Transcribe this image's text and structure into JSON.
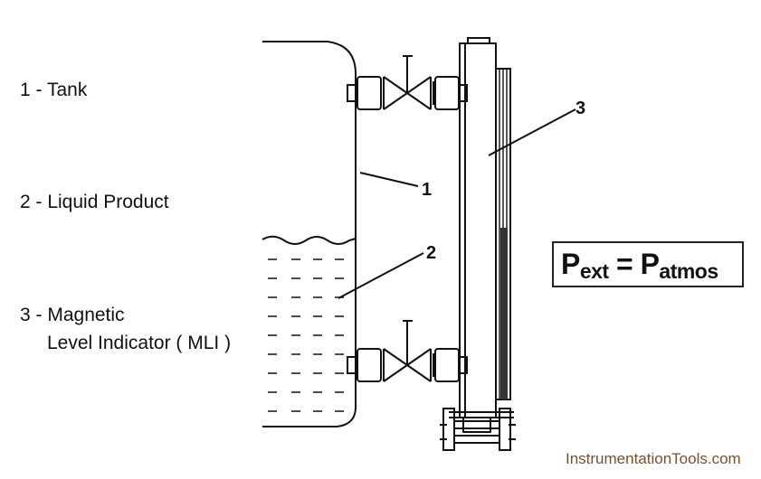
{
  "legend": {
    "item1": "1 - Tank",
    "item2": "2 - Liquid Product",
    "item3_line1": "3 - Magnetic",
    "item3_line2": "Level Indicator ( MLI )"
  },
  "callouts": {
    "tank": "1",
    "liquid": "2",
    "mli": "3"
  },
  "formula": {
    "lhs": "P",
    "lhs_sub": "ext",
    "equals": " = ",
    "rhs": "P",
    "rhs_sub": "atmos"
  },
  "credit": "InstrumentationTools.com"
}
